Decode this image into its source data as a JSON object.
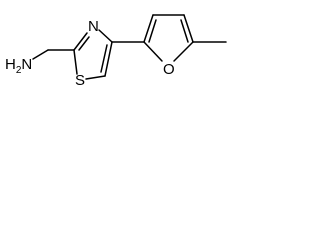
{
  "molecule": {
    "atoms": {
      "amine": "H2N",
      "thiazole_nitrogen": "N",
      "thiazole_sulfur": "S",
      "furan_oxygen": "O"
    },
    "colors": {
      "bond": "#000000",
      "text": "#000000",
      "background": "#ffffff"
    }
  }
}
